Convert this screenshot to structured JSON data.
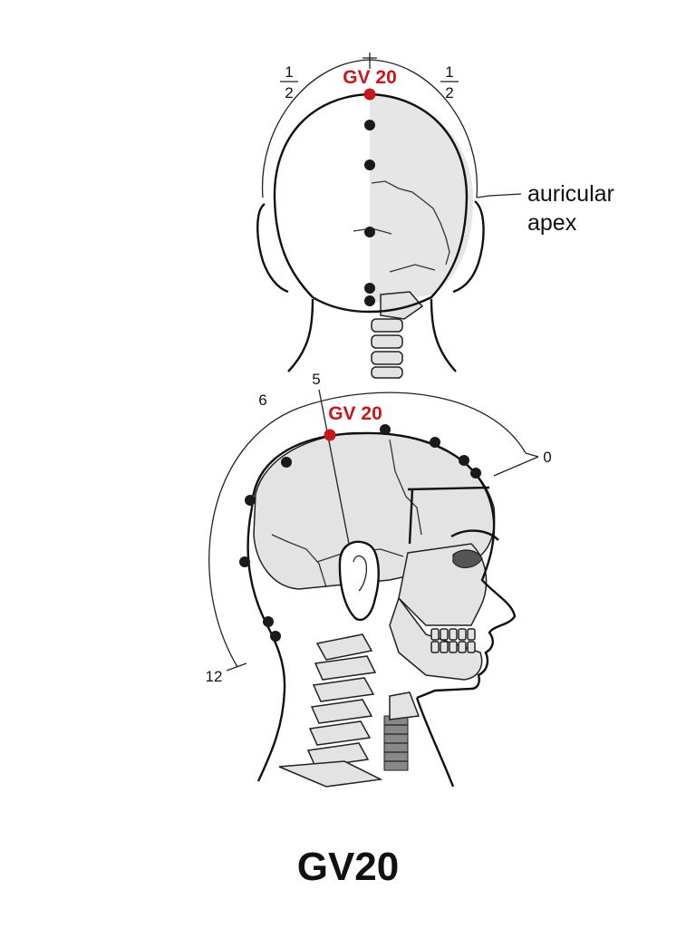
{
  "posterior_view": {
    "point_label": "GV 20",
    "left_fraction": {
      "numerator": "1",
      "denominator": "2"
    },
    "right_fraction": {
      "numerator": "1",
      "denominator": "2"
    },
    "landmark_label": [
      "auricular",
      "apex"
    ]
  },
  "lateral_view": {
    "point_label": "GV 20",
    "scale_marks": [
      "6",
      "5",
      "0",
      "12"
    ]
  },
  "caption": "GV20",
  "colors": {
    "point_highlight": "#c8161d",
    "point_default": "#1a1a1a",
    "bone_fill": "#e3e3e3"
  }
}
